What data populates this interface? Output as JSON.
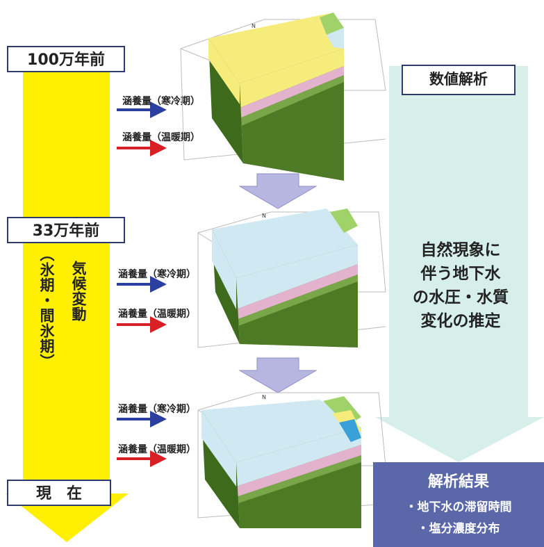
{
  "time_labels": {
    "t1": "100万年前",
    "t2": "33万年前",
    "t3": "現　在"
  },
  "climate": {
    "text": "気候変動",
    "paren_text": "（氷期・間氷期）"
  },
  "recharge": {
    "cold": "涵養量（寒冷期）",
    "warm": "涵養量（温暖期）"
  },
  "numerical": {
    "title": "数値解析",
    "lines": [
      "自然現象に",
      "伴う地下水",
      "の水圧・水質",
      "変化の推定"
    ]
  },
  "result": {
    "title": "解析結果",
    "items": [
      "・地下水の滞留時間",
      "・塩分濃度分布"
    ]
  },
  "model_north": "N",
  "colors": {
    "timeline": "#ffef00",
    "cold_arrow": "#2a3fa0",
    "warm_arrow": "#d81f26",
    "numerical_bg": "#d6efe8",
    "result_bg": "#5a68aa",
    "down_arrow": "#b6b6e0",
    "ground": "#4f7a25",
    "pink_layer": "#e3b2cc",
    "blue_surface": "#cfe8f1",
    "yellow_surface": "#f6ec7c"
  }
}
